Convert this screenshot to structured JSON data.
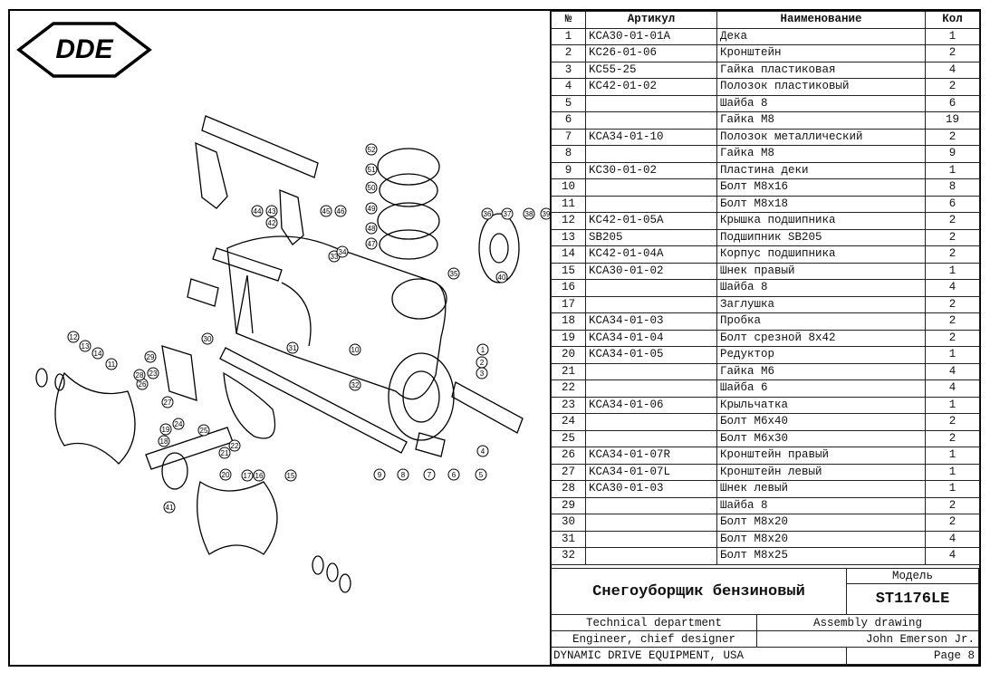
{
  "logo": {
    "text": "DDE"
  },
  "table": {
    "headers": {
      "num": "№",
      "article": "Артикул",
      "name": "Наименование",
      "qty": "Кол"
    },
    "rows": [
      {
        "num": "1",
        "article": "KCA30-01-01A",
        "name": "Дека",
        "qty": "1"
      },
      {
        "num": "2",
        "article": "KC26-01-06",
        "name": "Кронштейн",
        "qty": "2"
      },
      {
        "num": "3",
        "article": "KC55-25",
        "name": "Гайка пластиковая",
        "qty": "4"
      },
      {
        "num": "4",
        "article": "KC42-01-02",
        "name": "Полозок пластиковый",
        "qty": "2"
      },
      {
        "num": "5",
        "article": "",
        "name": "Шайба 8",
        "qty": "6"
      },
      {
        "num": "6",
        "article": "",
        "name": "Гайка М8",
        "qty": "19"
      },
      {
        "num": "7",
        "article": "KCA34-01-10",
        "name": "Полозок металлический",
        "qty": "2"
      },
      {
        "num": "8",
        "article": "",
        "name": "Гайка М8",
        "qty": "9"
      },
      {
        "num": "9",
        "article": "KC30-01-02",
        "name": "Пластина деки",
        "qty": "1"
      },
      {
        "num": "10",
        "article": "",
        "name": "Болт М8х16",
        "qty": "8"
      },
      {
        "num": "11",
        "article": "",
        "name": "Болт М8х18",
        "qty": "6"
      },
      {
        "num": "12",
        "article": "KC42-01-05A",
        "name": "Крышка подшипника",
        "qty": "2"
      },
      {
        "num": "13",
        "article": "SB205",
        "name": "Подшипник SB205",
        "qty": "2"
      },
      {
        "num": "14",
        "article": "KC42-01-04A",
        "name": "Корпус подшипника",
        "qty": "2"
      },
      {
        "num": "15",
        "article": "KCA30-01-02",
        "name": "Шнек правый",
        "qty": "1"
      },
      {
        "num": "16",
        "article": "",
        "name": "Шайба 8",
        "qty": "4"
      },
      {
        "num": "17",
        "article": "",
        "name": "Заглушка",
        "qty": "2"
      },
      {
        "num": "18",
        "article": "KCA34-01-03",
        "name": "Пробка",
        "qty": "2"
      },
      {
        "num": "19",
        "article": "KCA34-01-04",
        "name": "Болт срезной 8х42",
        "qty": "2"
      },
      {
        "num": "20",
        "article": "KCA34-01-05",
        "name": "Редуктор",
        "qty": "1"
      },
      {
        "num": "21",
        "article": "",
        "name": "Гайка М6",
        "qty": "4"
      },
      {
        "num": "22",
        "article": "",
        "name": "Шайба 6",
        "qty": "4"
      },
      {
        "num": "23",
        "article": "KCA34-01-06",
        "name": "Крыльчатка",
        "qty": "1"
      },
      {
        "num": "24",
        "article": "",
        "name": "Болт М6х40",
        "qty": "2"
      },
      {
        "num": "25",
        "article": "",
        "name": "Болт М6х30",
        "qty": "2"
      },
      {
        "num": "26",
        "article": "KCA34-01-07R",
        "name": "Кронштейн правый",
        "qty": "1"
      },
      {
        "num": "27",
        "article": "KCA34-01-07L",
        "name": "Кронштейн левый",
        "qty": "1"
      },
      {
        "num": "28",
        "article": "KCA30-01-03",
        "name": "Шнек левый",
        "qty": "1"
      },
      {
        "num": "29",
        "article": "",
        "name": "Шайба 8",
        "qty": "2"
      },
      {
        "num": "30",
        "article": "",
        "name": "Болт М8х20",
        "qty": "2"
      },
      {
        "num": "31",
        "article": "",
        "name": "Болт М8х20",
        "qty": "4"
      },
      {
        "num": "32",
        "article": "",
        "name": "Болт М8х25",
        "qty": "4"
      }
    ]
  },
  "titleblock": {
    "product": "Снегоуборщик бензиновый",
    "model_label": "Модель",
    "model": "ST1176LE",
    "department": "Technical department",
    "drawing_type": "Assembly drawing",
    "role": "Engineer, chief designer",
    "engineer": "John Emerson Jr.",
    "company": "DYNAMIC DRIVE EQUIPMENT, USA",
    "page": "Page 8"
  },
  "callouts": [
    "1",
    "2",
    "3",
    "4",
    "5",
    "6",
    "7",
    "8",
    "9",
    "10",
    "11",
    "12",
    "13",
    "14",
    "15",
    "16",
    "17",
    "18",
    "19",
    "20",
    "21",
    "22",
    "23",
    "24",
    "25",
    "26",
    "27",
    "28",
    "29",
    "30",
    "31",
    "32",
    "33",
    "34",
    "35",
    "36",
    "37",
    "38",
    "39",
    "40",
    "41",
    "42",
    "43",
    "44",
    "45",
    "46",
    "47",
    "48",
    "49",
    "50",
    "51",
    "52"
  ]
}
